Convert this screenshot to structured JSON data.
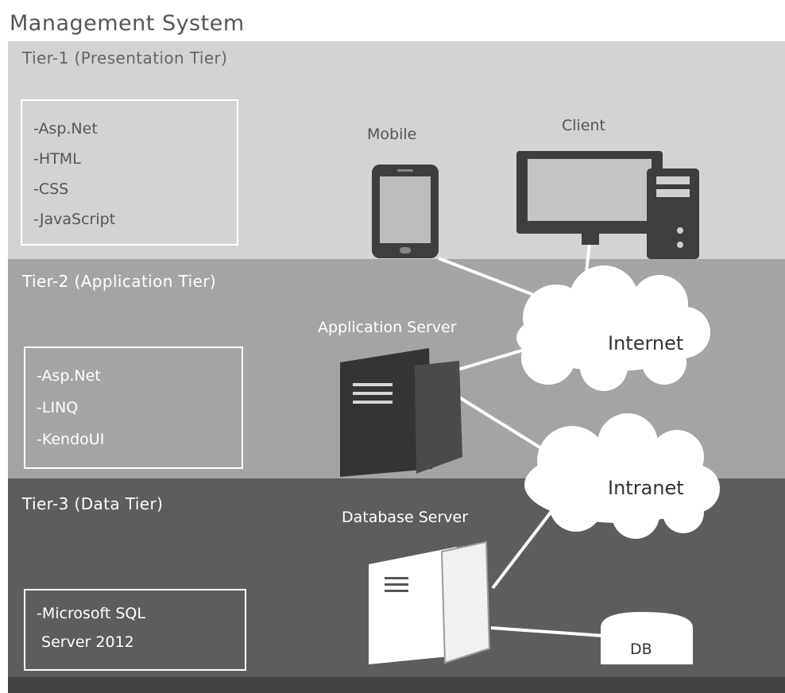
{
  "title": "Management System",
  "tiers": [
    {
      "title": "Tier-1 (Presentation Tier)",
      "technologies": [
        "-Asp.Net",
        "-HTML",
        "-CSS",
        "-JavaScript"
      ]
    },
    {
      "title": "Tier-2 (Application Tier)",
      "technologies": [
        "-Asp.Net",
        "-LINQ",
        "-KendoUI"
      ]
    },
    {
      "title": "Tier-3 (Data Tier)",
      "technologies": [
        "-Microsoft SQL",
        " Server 2012"
      ]
    }
  ],
  "nodes": {
    "mobile": "Mobile",
    "client": "Client",
    "application_server": "Application Server",
    "database_server": "Database Server",
    "internet": "Internet",
    "intranet": "Intranet",
    "db": "DB"
  },
  "colors": {
    "tier1_band": "#d3d3d3",
    "tier2_band": "#a4a4a4",
    "tier3_band": "#5d5d5d",
    "device_fill": "#404040",
    "cloud_fill": "#ffffff"
  }
}
